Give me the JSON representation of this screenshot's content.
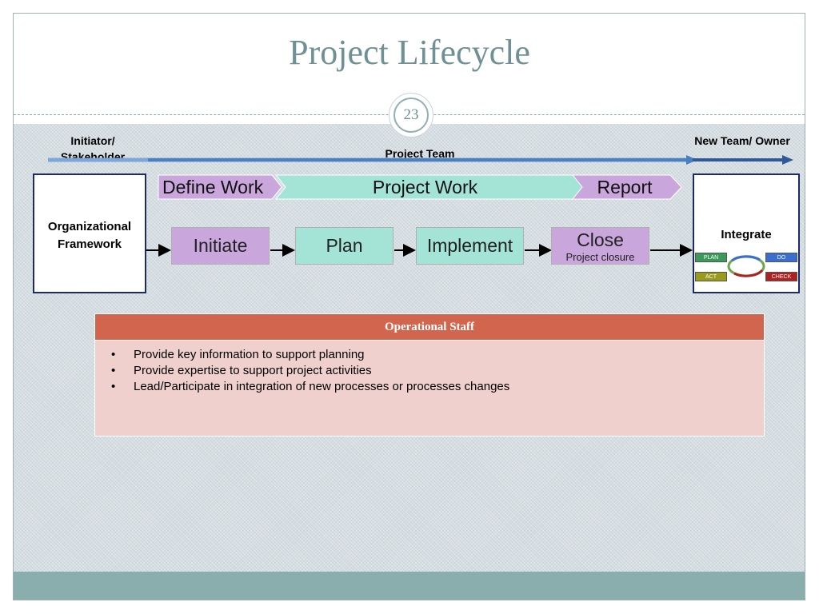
{
  "slide": {
    "title": "Project Lifecycle",
    "page_number": "23"
  },
  "labels": {
    "initiator": "Initiator/ Stakeholder",
    "project_team": "Project Team",
    "new_team": "New Team/ Owner",
    "organizational_framework": "Organizational Framework",
    "integrate": "Integrate"
  },
  "band": {
    "define_work": "Define Work",
    "project_work": "Project Work",
    "report": "Report"
  },
  "phases": {
    "initiate": "Initiate",
    "plan": "Plan",
    "implement": "Implement",
    "close": "Close",
    "close_sub": "Project closure"
  },
  "pdca": {
    "plan": "PLAN",
    "do": "DO",
    "act": "ACT",
    "check": "CHECK"
  },
  "staff_table": {
    "header": "Operational Staff",
    "bullet_symbol": "•",
    "items": [
      "Provide key information to support planning",
      "Provide expertise to support project activities",
      "Lead/Participate in integration of new processes or processes changes"
    ]
  },
  "colors": {
    "title": "#6f9194",
    "purple": "#c9a6dc",
    "teal": "#a3e4d6",
    "header": "#d1654d",
    "body": "#f0d0cd",
    "arrow_blue": "#4a7fc0",
    "box_border": "#1a2a6a"
  }
}
